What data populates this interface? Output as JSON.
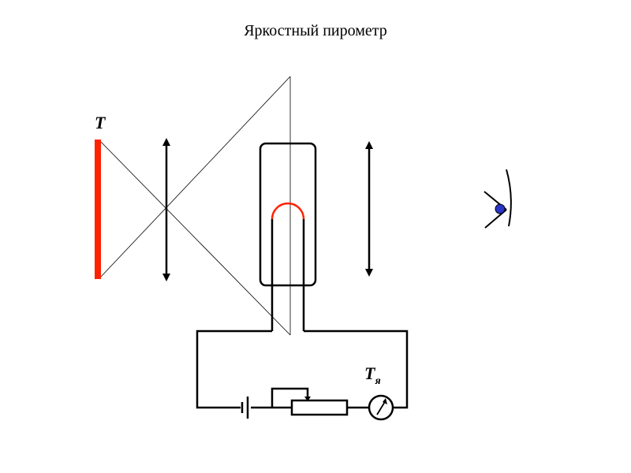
{
  "title": "Яркостный пирометр",
  "labels": {
    "object_temperature": "T",
    "filament_symbol": "T",
    "filament_subscript": "я"
  },
  "colors": {
    "object": "#ff2200",
    "filament": "#ff2200",
    "eye_pupil": "#2a35c8",
    "lines": "#000000"
  },
  "icons": {
    "objective_lens": "double-arrow",
    "eyepiece_lens": "double-arrow",
    "meter": "galvanometer-circle",
    "battery": "battery-symbol",
    "rheostat": "rheostat-symbol",
    "observer": "eye-icon"
  }
}
